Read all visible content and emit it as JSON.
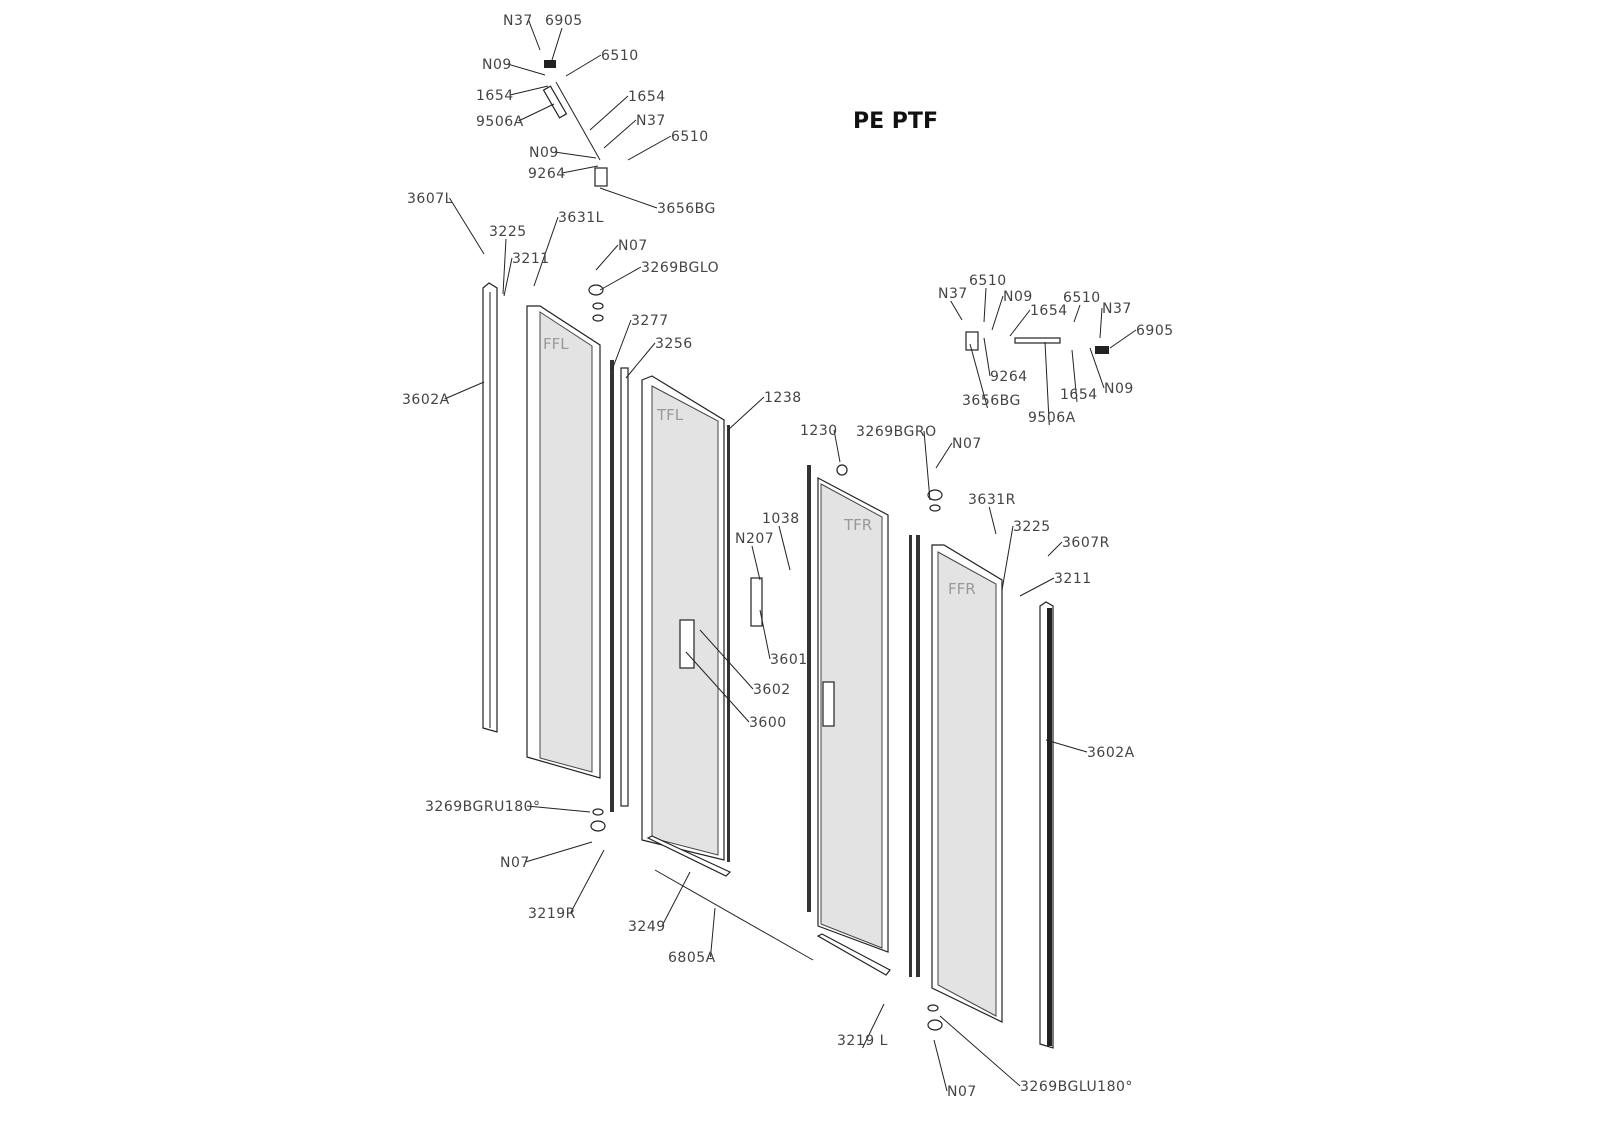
{
  "title": "PE PTF",
  "panel_labels": [
    "FFL",
    "TFL",
    "TFR",
    "FFR"
  ],
  "labels": [
    "N37",
    "6905",
    "6510",
    "N09",
    "1654",
    "1654",
    "9506A",
    "N37",
    "6510",
    "N09",
    "9264",
    "3656BG",
    "3607L",
    "3225",
    "3211",
    "3631L",
    "N07",
    "3269BGLO",
    "3277",
    "3256",
    "3602A",
    "1238",
    "1230",
    "3269BGRO",
    "N07",
    "3631R",
    "3225",
    "3607R",
    "1038",
    "N207",
    "3211",
    "3601",
    "3602",
    "3600",
    "3602A",
    "3269BGRU180°",
    "N07",
    "3219R",
    "3249",
    "6805A",
    "3219 L",
    "N07",
    "3269BGLU180°",
    "N37",
    "6510",
    "N09",
    "1654",
    "6510",
    "N37",
    "6905",
    "9264",
    "3656BG",
    "1654",
    "N09",
    "9506A"
  ]
}
